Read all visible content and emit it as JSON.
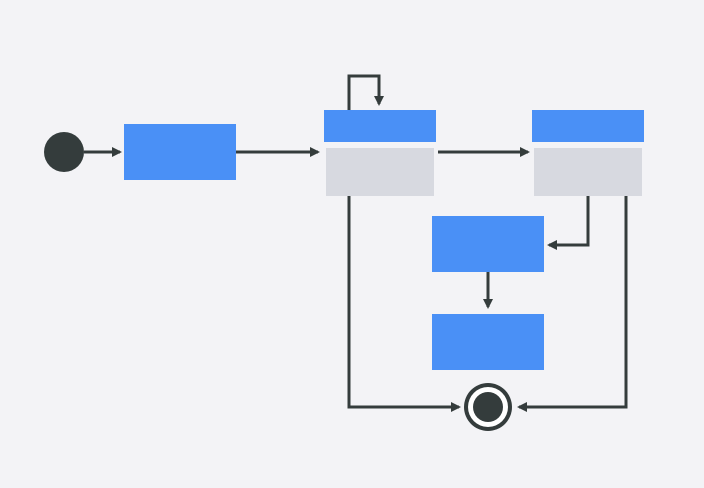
{
  "diagram": {
    "type": "state-machine",
    "colors": {
      "background": "#f3f3f6",
      "state_fill": "#4a90f6",
      "compartment_fill": "#d7d9e0",
      "line": "#343c3c",
      "node": "#343c3c",
      "final_ring": "#ffffff"
    },
    "nodes": [
      {
        "id": "initial",
        "kind": "initial-pseudostate",
        "label": ""
      },
      {
        "id": "state-1",
        "kind": "simple-state",
        "label": ""
      },
      {
        "id": "state-2",
        "kind": "composite-state",
        "label": ""
      },
      {
        "id": "state-3",
        "kind": "composite-state",
        "label": ""
      },
      {
        "id": "state-4",
        "kind": "simple-state",
        "label": ""
      },
      {
        "id": "state-5",
        "kind": "simple-state",
        "label": ""
      },
      {
        "id": "final",
        "kind": "final-state",
        "label": ""
      }
    ],
    "edges": [
      {
        "from": "initial",
        "to": "state-1"
      },
      {
        "from": "state-1",
        "to": "state-2"
      },
      {
        "from": "state-2",
        "to": "state-2",
        "kind": "self-loop"
      },
      {
        "from": "state-2",
        "to": "state-3"
      },
      {
        "from": "state-3",
        "to": "state-4"
      },
      {
        "from": "state-4",
        "to": "state-5"
      },
      {
        "from": "state-2",
        "to": "final"
      },
      {
        "from": "state-3",
        "to": "final"
      }
    ]
  }
}
